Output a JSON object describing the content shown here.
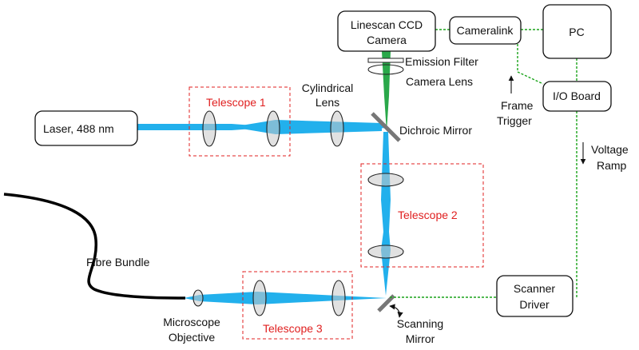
{
  "colors": {
    "beam": "#22b0ec",
    "emission": "#2aa84a",
    "telescope_outline": "#e02020",
    "signal_wire": "#1aa31a"
  },
  "components": {
    "laser": "Laser, 488 nm",
    "ccd_line1": "Linescan CCD",
    "ccd_line2": "Camera",
    "cameralink": "Cameralink",
    "pc": "PC",
    "io_board": "I/O Board",
    "scanner_driver_line1": "Scanner",
    "scanner_driver_line2": "Driver"
  },
  "telescopes": {
    "t1": "Telescope 1",
    "t2": "Telescope 2",
    "t3": "Telescope 3"
  },
  "optics": {
    "emission_filter": "Emission Filter",
    "camera_lens": "Camera Lens",
    "cylindrical_line1": "Cylindrical",
    "cylindrical_line2": "Lens",
    "dichroic": "Dichroic Mirror",
    "scanning_line1": "Scanning",
    "scanning_line2": "Mirror",
    "objective_line1": "Microscope",
    "objective_line2": "Objective",
    "fibre": "Fibre Bundle"
  },
  "signals": {
    "frame_line1": "Frame",
    "frame_line2": "Trigger",
    "voltage_line1": "Voltage",
    "voltage_line2": "Ramp"
  }
}
